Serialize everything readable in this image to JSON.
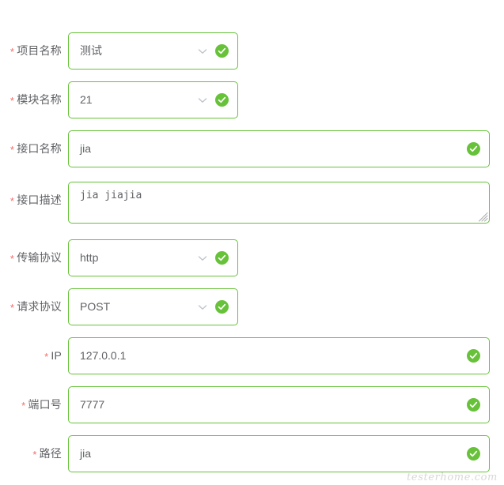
{
  "form": {
    "required_marker": "*",
    "border_color": "#67c23a",
    "text_color": "#606266",
    "required_color": "#f56c6c",
    "rows": [
      {
        "label": "项目名称",
        "required": true,
        "type": "select",
        "value": "测试",
        "valid": true,
        "icon": "chevron-down-icon",
        "name": "project-name"
      },
      {
        "label": "模块名称",
        "required": true,
        "type": "select",
        "value": "21",
        "valid": true,
        "icon": "chevron-down-icon",
        "name": "module-name"
      },
      {
        "label": "接口名称",
        "required": true,
        "type": "input",
        "value": "jia",
        "valid": true,
        "name": "interface-name"
      },
      {
        "label": "接口描述",
        "required": true,
        "type": "textarea",
        "value": "jia jiajia",
        "valid": false,
        "name": "interface-description"
      },
      {
        "label": "传输协议",
        "required": true,
        "type": "select",
        "value": "http",
        "valid": true,
        "icon": "chevron-down-icon",
        "name": "transfer-protocol"
      },
      {
        "label": "请求协议",
        "required": true,
        "type": "select",
        "value": "POST",
        "valid": true,
        "icon": "chevron-down-icon",
        "name": "request-method"
      },
      {
        "label": "IP",
        "required": true,
        "type": "input",
        "value": "127.0.0.1",
        "valid": true,
        "name": "ip-address"
      },
      {
        "label": "端口号",
        "required": true,
        "type": "input",
        "value": "7777",
        "valid": true,
        "name": "port-number"
      },
      {
        "label": "路径",
        "required": true,
        "type": "input",
        "value": "jia",
        "valid": true,
        "name": "path"
      }
    ]
  },
  "watermark": {
    "text": "testerhome.com"
  },
  "icons": {
    "success": "success-check-icon",
    "chevron": "chevron-down-icon",
    "resize": "resize-grip-icon"
  }
}
